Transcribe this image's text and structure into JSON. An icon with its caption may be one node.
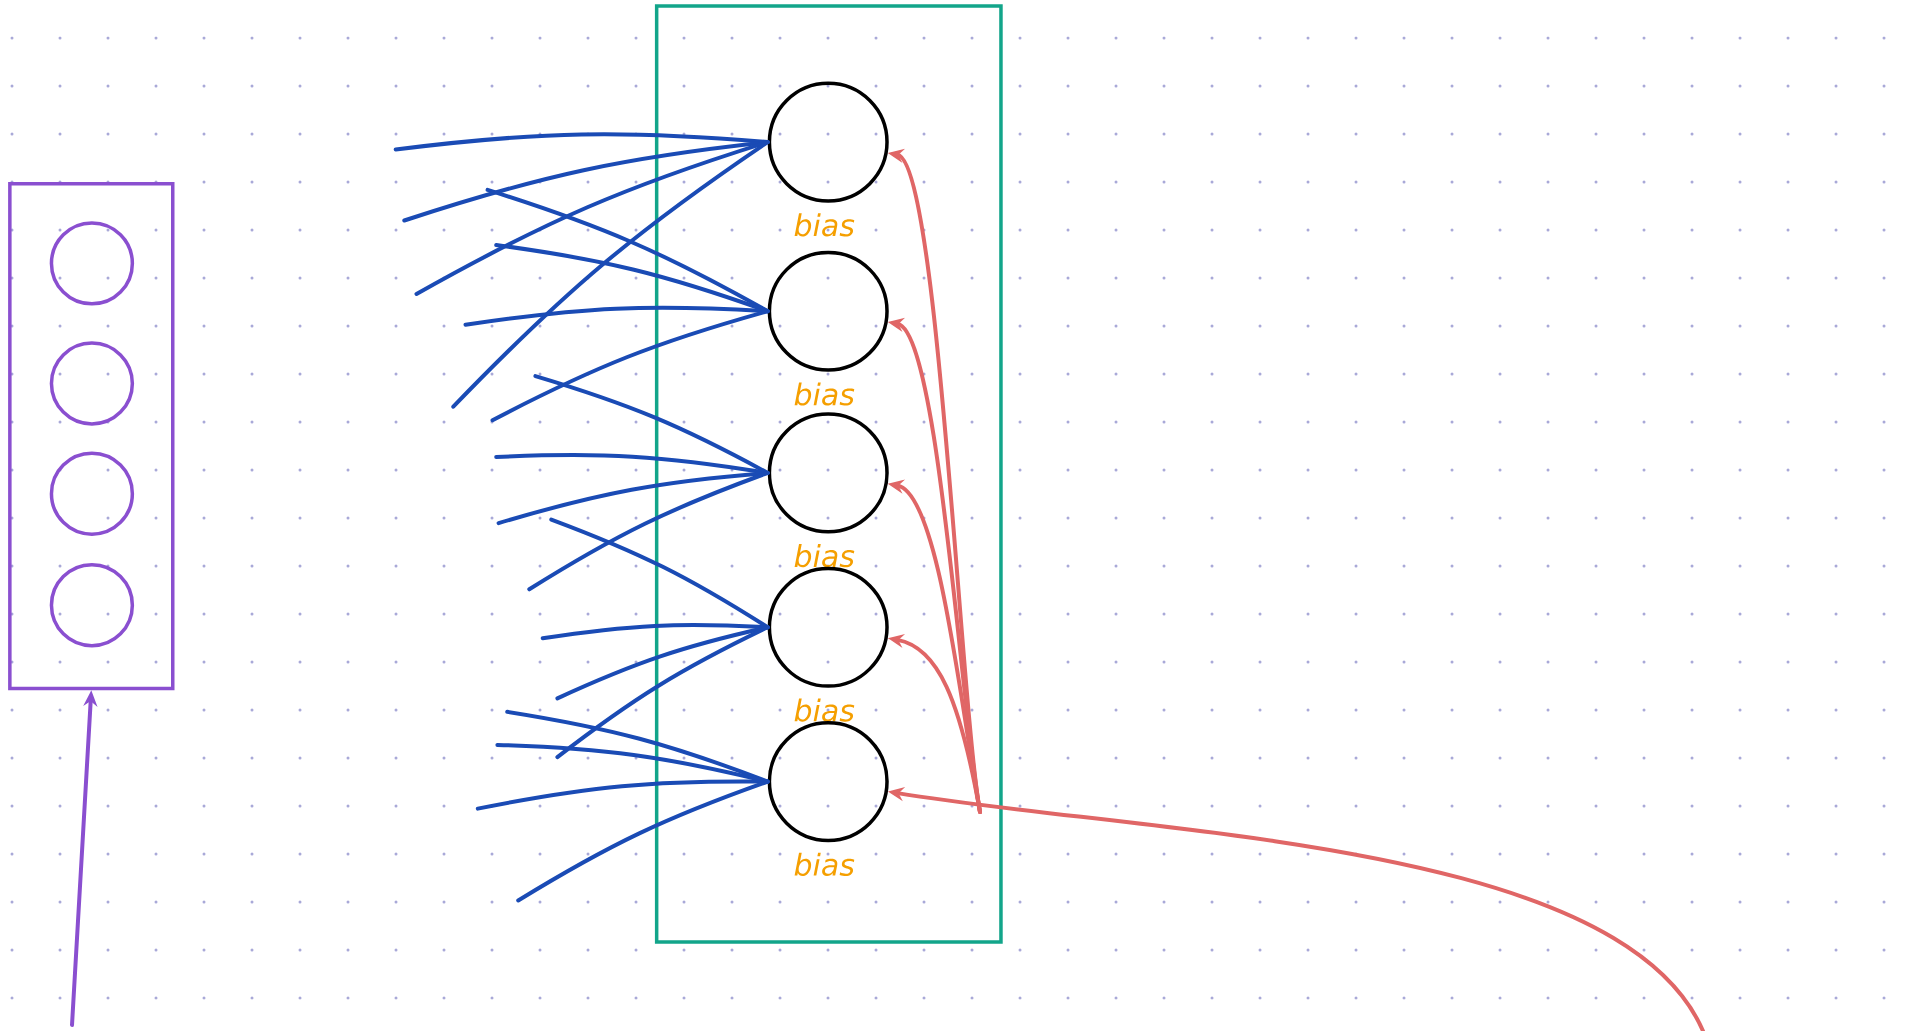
{
  "diagram": {
    "nodes": [
      {
        "text": [],
        "shape": "box"
      },
      {
        "text": [],
        "shape": "circle",
        "in": 0
      },
      {
        "text": [],
        "shape": "circle",
        "in": 0
      },
      {
        "text": [],
        "shape": "circle",
        "in": 0
      },
      {
        "text": [],
        "shape": "circle",
        "in": 0
      },
      {
        "text": [],
        "shape": "box"
      },
      {
        "text": [],
        "shape": "circle",
        "in": 5,
        "beside": [
          "bias"
        ]
      },
      {
        "text": [],
        "shape": "circle",
        "in": 5,
        "beside": [
          "bias"
        ]
      },
      {
        "text": [],
        "shape": "circle",
        "in": 5,
        "beside": [
          "bias"
        ]
      },
      {
        "text": [],
        "shape": "circle",
        "in": 5,
        "beside": [
          "bias"
        ]
      },
      {
        "text": [],
        "shape": "circle",
        "in": 5,
        "beside": [
          "bias"
        ]
      }
    ],
    "edges": [
      {
        "from": null,
        "to": 6,
        "arrow": "none"
      },
      {
        "from": null,
        "to": 6,
        "arrow": "none"
      },
      {
        "from": null,
        "to": 6,
        "arrow": "none"
      },
      {
        "from": null,
        "to": 6,
        "arrow": "none"
      },
      {
        "from": null,
        "to": 7,
        "arrow": "none"
      },
      {
        "from": null,
        "to": 7,
        "arrow": "none"
      },
      {
        "from": null,
        "to": 7,
        "arrow": "none"
      },
      {
        "from": null,
        "to": 7,
        "arrow": "none"
      },
      {
        "from": null,
        "to": 8,
        "arrow": "none"
      },
      {
        "from": null,
        "to": 8,
        "arrow": "none"
      },
      {
        "from": null,
        "to": 8,
        "arrow": "none"
      },
      {
        "from": null,
        "to": 8,
        "arrow": "none"
      },
      {
        "from": null,
        "to": 9,
        "arrow": "none"
      },
      {
        "from": null,
        "to": 9,
        "arrow": "none"
      },
      {
        "from": null,
        "to": 9,
        "arrow": "none"
      },
      {
        "from": null,
        "to": 9,
        "arrow": "none"
      },
      {
        "from": null,
        "to": 10,
        "arrow": "none"
      },
      {
        "from": null,
        "to": 10,
        "arrow": "none"
      },
      {
        "from": null,
        "to": 10,
        "arrow": "none"
      },
      {
        "from": null,
        "to": 10,
        "arrow": "none"
      },
      {
        "from": null,
        "to": 10,
        "arrow": "to",
        "color": "#e06666"
      },
      {
        "from": null,
        "to": 9,
        "arrow": "to",
        "color": "#e06666"
      },
      {
        "from": null,
        "to": 8,
        "arrow": "to",
        "color": "#e06666"
      },
      {
        "from": null,
        "to": 7,
        "arrow": "to",
        "color": "#e06666"
      },
      {
        "from": null,
        "to": 6,
        "arrow": "to",
        "color": "#e06666"
      },
      {
        "from": null,
        "to": 0,
        "arrow": "to",
        "color": "#8a4fd0"
      }
    ]
  }
}
